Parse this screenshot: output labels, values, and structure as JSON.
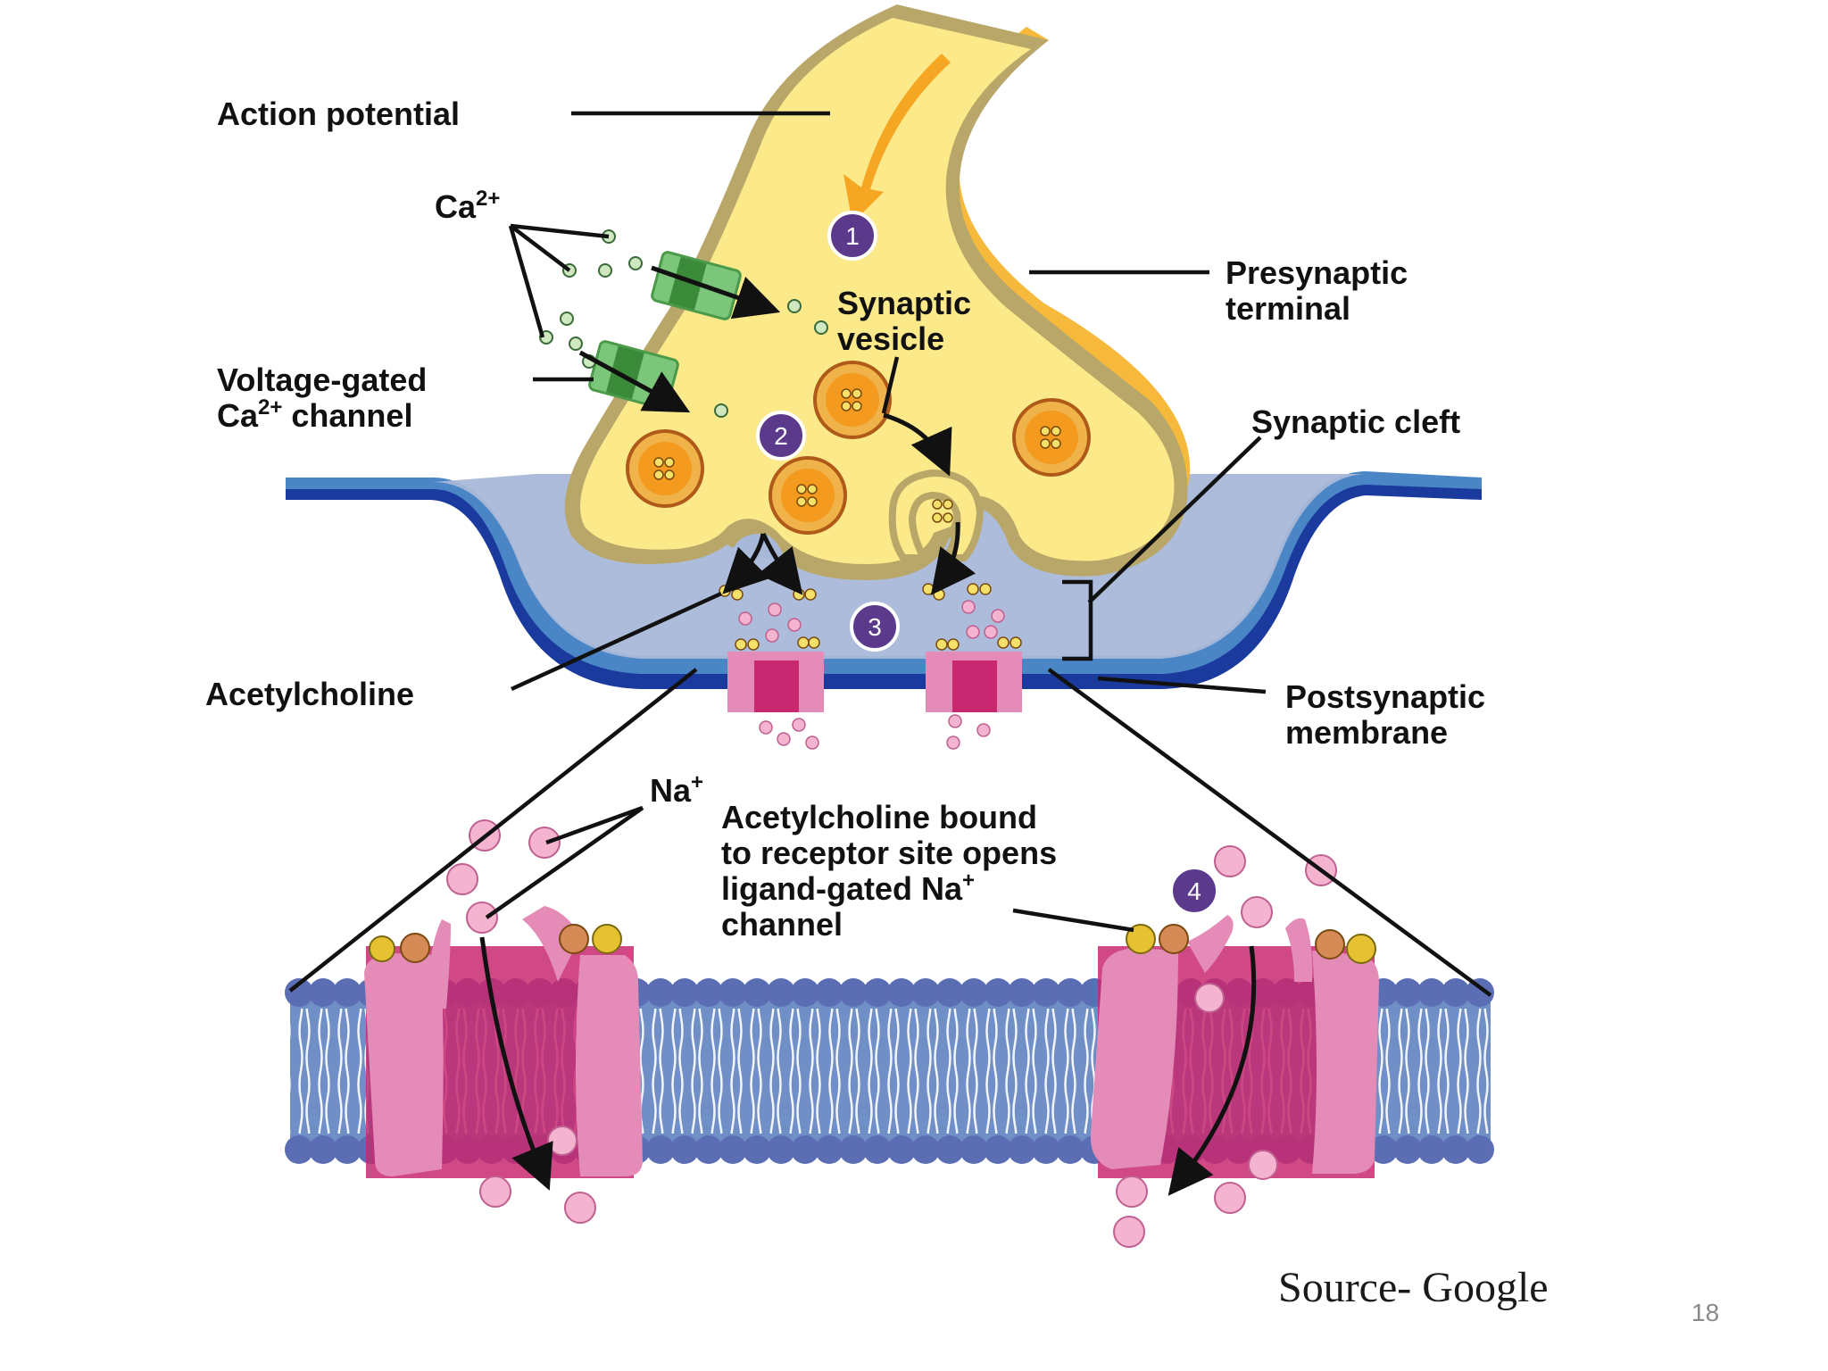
{
  "labels": {
    "action_potential": "Action potential",
    "ca_ion": "Ca",
    "ca_ion_sup": "2+",
    "voltage_gated_line1": "Voltage-gated",
    "voltage_gated_line2_a": "Ca",
    "voltage_gated_line2_sup": "2+",
    "voltage_gated_line2_b": " channel",
    "synaptic_vesicle_line1": "Synaptic",
    "synaptic_vesicle_line2": "vesicle",
    "presynaptic_line1": "Presynaptic",
    "presynaptic_line2": "terminal",
    "synaptic_cleft": "Synaptic cleft",
    "acetylcholine": "Acetylcholine",
    "postsynaptic_line1": "Postsynaptic",
    "postsynaptic_line2": "membrane",
    "na_ion": "Na",
    "na_ion_sup": "+",
    "bound_line1": "Acetylcholine bound",
    "bound_line2": "to receptor site opens",
    "bound_line3_a": "ligand-gated Na",
    "bound_line3_sup": "+",
    "bound_line4": "channel"
  },
  "steps": [
    "1",
    "2",
    "3",
    "4"
  ],
  "source": "Source- Google",
  "page_number": "18",
  "colors": {
    "terminal_fill": "#fbe98a",
    "terminal_membrane": "#b9a76a",
    "terminal_shadow": "#f6b93b",
    "cleft_fill": "#a8b8d8",
    "membrane_dark": "#1b3a9e",
    "membrane_light": "#4a86c5",
    "vesicle": "#f39a1f",
    "channel_green": "#5cb85c",
    "receptor_pink": "#e48bb8",
    "receptor_core": "#c8286f",
    "na_ion": "#f4b4cf",
    "lipid_head": "#5b6db3",
    "badge": "#5b3a8c",
    "action_arrow": "#f5a623"
  },
  "icons": [
    "action-potential-arrow",
    "voltage-gated-channel-icon",
    "ligand-gated-receptor-icon",
    "synaptic-vesicle-icon",
    "lipid-bilayer-icon"
  ]
}
